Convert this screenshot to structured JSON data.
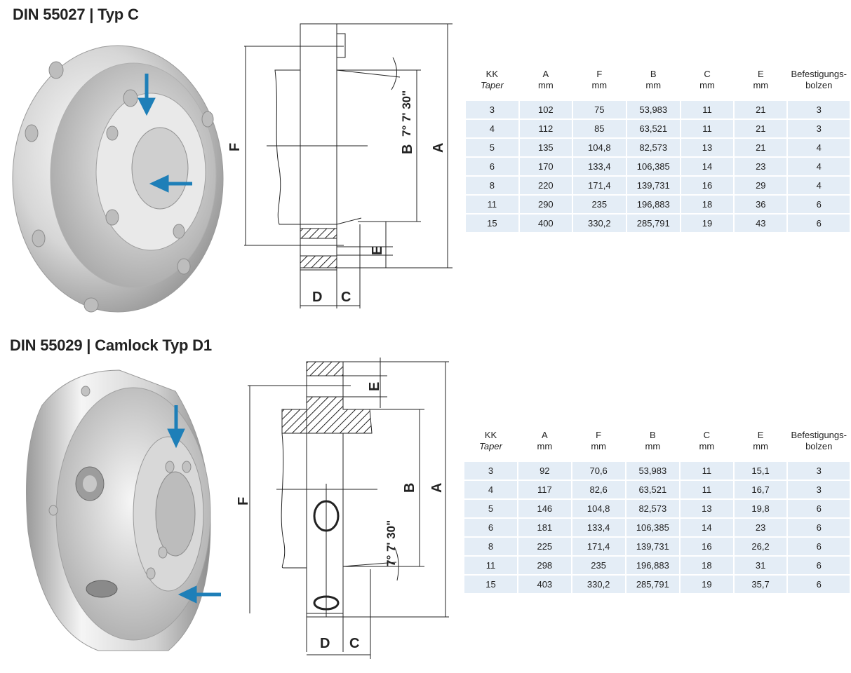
{
  "sections": [
    {
      "title": "DIN 55027 | Typ C",
      "drawing": {
        "labels": {
          "F": "F",
          "B": "B",
          "A": "A",
          "E": "E",
          "D": "D",
          "C": "C"
        },
        "angle": "7° 7' 30\""
      },
      "table": {
        "headers": [
          {
            "top": "KK",
            "bottom": "Taper"
          },
          {
            "top": "A",
            "bottom": "mm"
          },
          {
            "top": "F",
            "bottom": "mm"
          },
          {
            "top": "B",
            "bottom": "mm"
          },
          {
            "top": "C",
            "bottom": "mm"
          },
          {
            "top": "E",
            "bottom": "mm"
          },
          {
            "top": "Befestigungs-",
            "bottom": "bolzen"
          }
        ],
        "rows": [
          [
            "3",
            "102",
            "75",
            "53,983",
            "11",
            "21",
            "3"
          ],
          [
            "4",
            "112",
            "85",
            "63,521",
            "11",
            "21",
            "3"
          ],
          [
            "5",
            "135",
            "104,8",
            "82,573",
            "13",
            "21",
            "4"
          ],
          [
            "6",
            "170",
            "133,4",
            "106,385",
            "14",
            "23",
            "4"
          ],
          [
            "8",
            "220",
            "171,4",
            "139,731",
            "16",
            "29",
            "4"
          ],
          [
            "11",
            "290",
            "235",
            "196,883",
            "18",
            "36",
            "6"
          ],
          [
            "15",
            "400",
            "330,2",
            "285,791",
            "19",
            "43",
            "6"
          ]
        ]
      }
    },
    {
      "title": "DIN 55029 | Camlock Typ D1",
      "drawing": {
        "labels": {
          "F": "F",
          "B": "B",
          "A": "A",
          "E": "E",
          "D": "D",
          "C": "C"
        },
        "angle": "7° 7' 30\""
      },
      "table": {
        "headers": [
          {
            "top": "KK",
            "bottom": "Taper"
          },
          {
            "top": "A",
            "bottom": "mm"
          },
          {
            "top": "F",
            "bottom": "mm"
          },
          {
            "top": "B",
            "bottom": "mm"
          },
          {
            "top": "C",
            "bottom": "mm"
          },
          {
            "top": "E",
            "bottom": "mm"
          },
          {
            "top": "Befestigungs-",
            "bottom": "bolzen"
          }
        ],
        "rows": [
          [
            "3",
            "92",
            "70,6",
            "53,983",
            "11",
            "15,1",
            "3"
          ],
          [
            "4",
            "117",
            "82,6",
            "63,521",
            "11",
            "16,7",
            "3"
          ],
          [
            "5",
            "146",
            "104,8",
            "82,573",
            "13",
            "19,8",
            "6"
          ],
          [
            "6",
            "181",
            "133,4",
            "106,385",
            "14",
            "23",
            "6"
          ],
          [
            "8",
            "225",
            "171,4",
            "139,731",
            "16",
            "26,2",
            "6"
          ],
          [
            "11",
            "298",
            "235",
            "196,883",
            "18",
            "31",
            "6"
          ],
          [
            "15",
            "403",
            "330,2",
            "285,791",
            "19",
            "35,7",
            "6"
          ]
        ]
      }
    }
  ],
  "colors": {
    "arrow": "#1e7fb8",
    "table_row_bg": "#e4edf6",
    "metal_light": "#f2f2f2",
    "metal_dark": "#8a8a8a"
  },
  "icons": {
    "pointer": "arrow-icon"
  }
}
